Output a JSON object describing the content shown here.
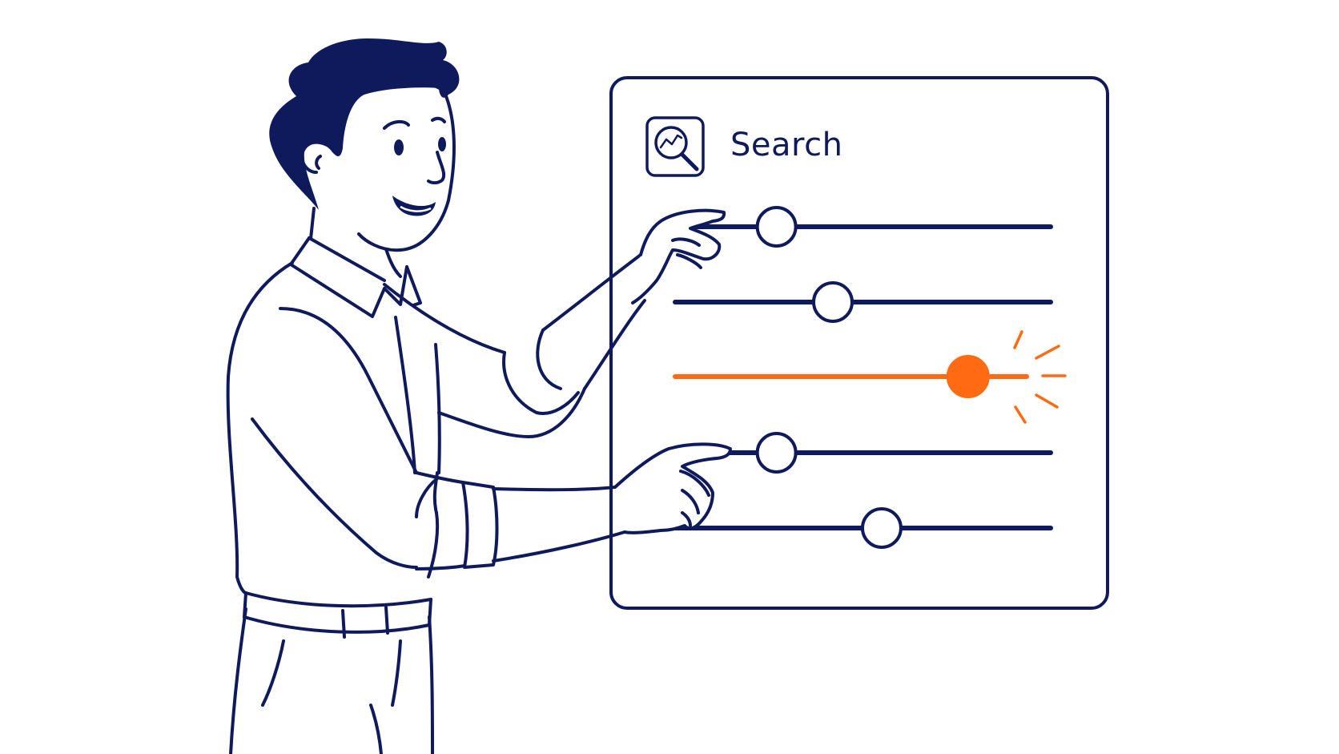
{
  "panel": {
    "title": "Search",
    "icon": "search-trend-icon"
  },
  "sliders": [
    {
      "name": "slider-1",
      "value": 0.27,
      "active": false
    },
    {
      "name": "slider-2",
      "value": 0.42,
      "active": false
    },
    {
      "name": "slider-3",
      "value": 0.78,
      "active": true
    },
    {
      "name": "slider-4",
      "value": 0.27,
      "active": false
    },
    {
      "name": "slider-5",
      "value": 0.55,
      "active": false
    }
  ],
  "colors": {
    "ink": "#0f1a5c",
    "accent": "#ff6a13",
    "background": "#ffffff"
  }
}
